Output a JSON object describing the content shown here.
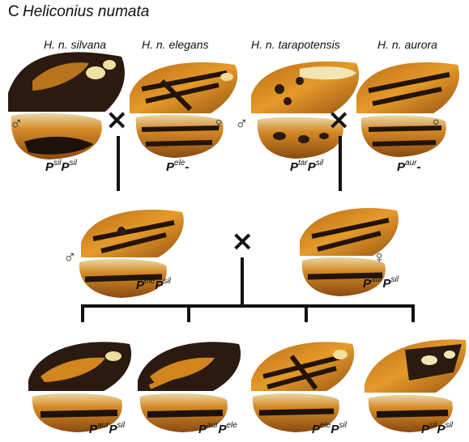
{
  "panel_letter": "C",
  "title": "Heliconius numata",
  "subspecies": [
    "H. n. silvana",
    "H. n. elegans",
    "H. n. tarapotensis",
    "H. n. aurora"
  ],
  "symbols": {
    "male": "♂",
    "female": "♀",
    "cross": "×"
  },
  "genotypes": {
    "silvana": [
      {
        "base": "P",
        "sup": "sil"
      },
      {
        "base": "P",
        "sup": "sil"
      }
    ],
    "elegans": [
      {
        "base": "P",
        "sup": "ele"
      },
      {
        "base": "-",
        "sup": ""
      }
    ],
    "tarapotensis": [
      {
        "base": "P",
        "sup": "tar"
      },
      {
        "base": "P",
        "sup": "sil"
      }
    ],
    "aurora": [
      {
        "base": "P",
        "sup": "aur"
      },
      {
        "base": "-",
        "sup": ""
      }
    ],
    "f1_left": [
      {
        "base": "P",
        "sup": "ele"
      },
      {
        "base": "P",
        "sup": "sil"
      }
    ],
    "f1_right": [
      {
        "base": "P",
        "sup": "aur"
      },
      {
        "base": "P",
        "sup": "sil"
      }
    ],
    "off1": [
      {
        "base": "P",
        "sup": "aur"
      },
      {
        "base": "P",
        "sup": "sil"
      }
    ],
    "off2": [
      {
        "base": "P",
        "sup": "aur"
      },
      {
        "base": "P",
        "sup": "ele"
      }
    ],
    "off3": [
      {
        "base": "P",
        "sup": "ele"
      },
      {
        "base": "P",
        "sup": "sil"
      }
    ],
    "off4": [
      {
        "base": "P",
        "sup": "sil"
      },
      {
        "base": "P",
        "sup": "sil"
      }
    ]
  },
  "colors": {
    "orange": "#d9861c",
    "dark": "#2a1a10",
    "yellow": "#efe0a0",
    "brown": "#7a4a1c"
  }
}
